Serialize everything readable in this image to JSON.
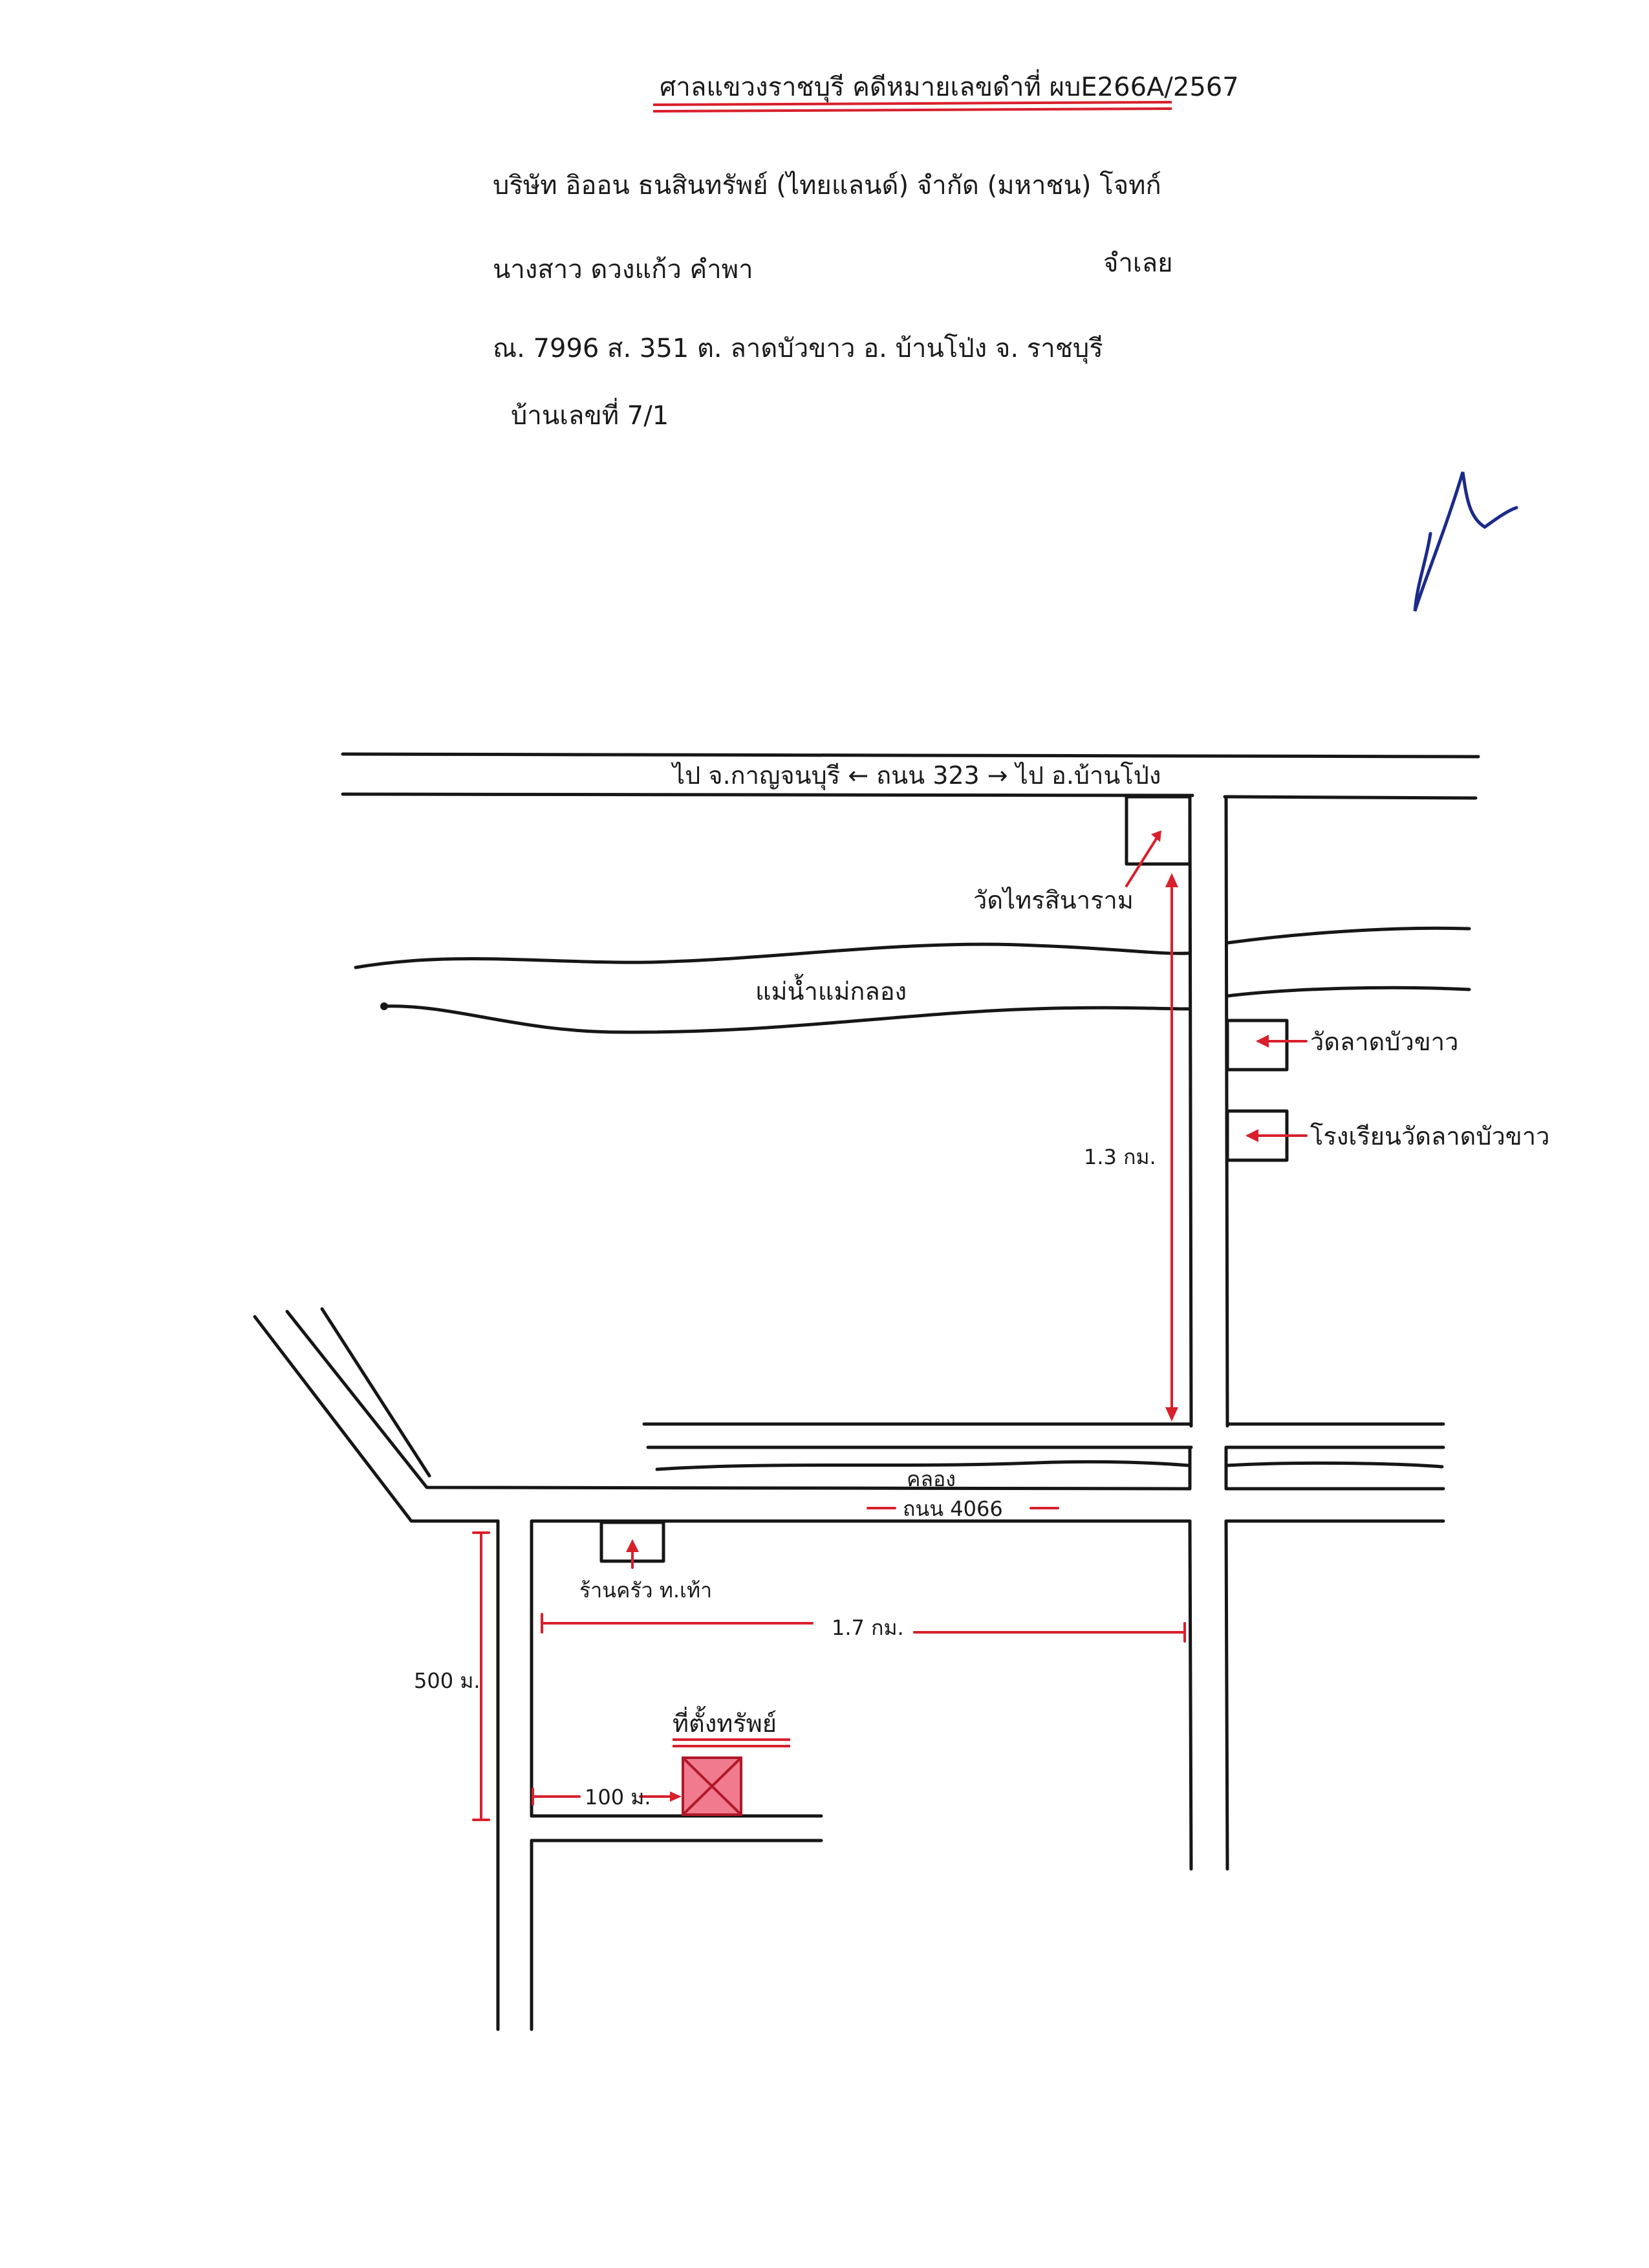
{
  "colors": {
    "ink": "#161616",
    "accent_red": "#d8202c",
    "signature_blue": "#1c2a8a",
    "property_fill": "#f07a8e"
  },
  "header": {
    "court_case": "ศาลแขวงราชบุรี คดีหมายเลขดำที่ ผบE266A/2567",
    "plaintiff": "บริษัท อิออน ธนสินทรัพย์ (ไทยแลนด์) จำกัด (มหาชน) โจทก์",
    "defendant_name": "นางสาว ดวงแก้ว คำพา",
    "defendant_role": "จำเลย",
    "address_line": "ณ. 7996 ส. 351 ต. ลาดบัวขาว อ. บ้านโป่ง จ. ราชบุรี",
    "house_no": "บ้านเลขที่ 7/1"
  },
  "signature": {
    "icon": "signature-icon"
  },
  "map": {
    "highway_label": "ไป จ.กาญจนบุรี ← ถนน 323 → ไป อ.บ้านโป่ง",
    "temple_top": "วัดไทรสินาราม",
    "river": "แม่น้ำแม่กลอง",
    "temple_right": "วัดลาดบัวขาว",
    "school": "โรงเรียนวัดลาดบัวขาว",
    "dist_vertical": "1.3 กม.",
    "canal": "คลอง",
    "road_4066": "ถนน 4066",
    "shop": "ร้านครัว ท.เท้า",
    "dist_horizontal": "1.7 กม.",
    "dist_side_vertical": "500 ม.",
    "property": "ที่ตั้งทรัพย์",
    "dist_short": "100 ม."
  }
}
